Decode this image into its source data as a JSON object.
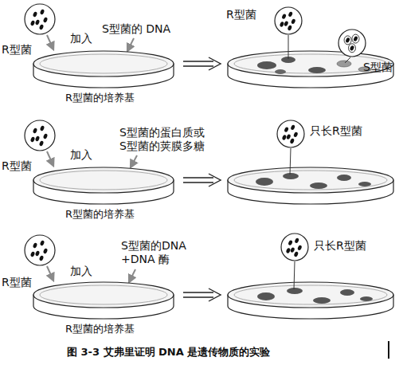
{
  "diagram": {
    "caption": "图 3-3 艾弗里证明 DNA 是遗传物质的实验",
    "nodes": [
      {
        "text": [
          "R型菌"
        ]
      },
      {
        "text": [
          "R型菌的培养基"
        ]
      },
      {
        "text": [
          "R型菌"
        ]
      },
      {
        "text": [
          "S型菌"
        ]
      },
      {
        "text": [
          "R型菌"
        ]
      },
      {
        "text": [
          "R型菌的培养基"
        ]
      },
      {
        "text": [
          "只长R型菌"
        ]
      },
      {
        "text": [
          "R型菌"
        ]
      },
      {
        "text": [
          "R型菌的培养基"
        ]
      },
      {
        "text": [
          "只长R型菌"
        ]
      }
    ],
    "edges": [
      {
        "from": 0,
        "to": 1,
        "arrow": "to"
      },
      {
        "from": 4,
        "to": 5,
        "arrow": "to"
      },
      {
        "from": 7,
        "to": 8,
        "arrow": "to"
      }
    ],
    "labels": [
      "加入",
      "S型菌的 DNA",
      "加入",
      "S型菌的蛋白质或 S型菌的荚膜多糖",
      "加入",
      "S型菌的DNA +DNA 酶"
    ]
  }
}
